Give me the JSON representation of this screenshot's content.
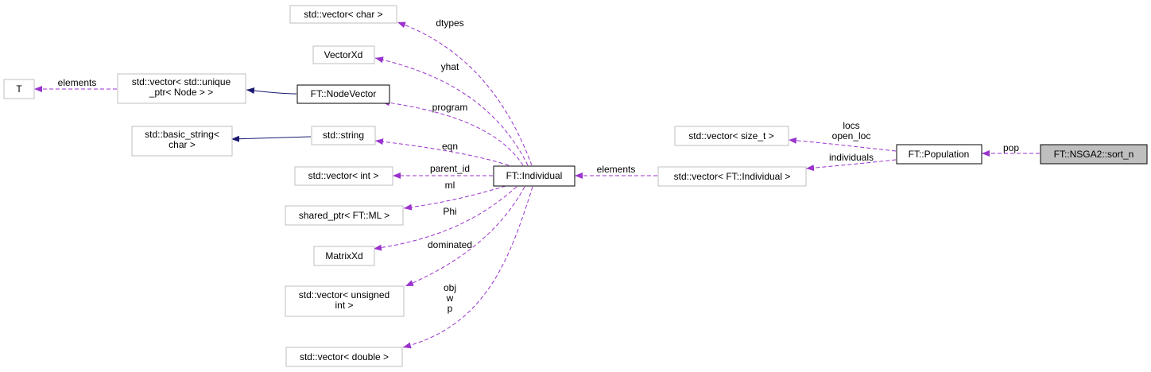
{
  "colors": {
    "usage_edge": "#9a32cd",
    "inherit_edge": "#191970",
    "node_border": "#bfbfbf",
    "linked_border": "#000000",
    "focus_fill": "#bfbfbf"
  },
  "nodes": {
    "vec_char": {
      "lines": [
        "std::vector< char >"
      ]
    },
    "vectorxd": {
      "lines": [
        "VectorXd"
      ]
    },
    "t": {
      "lines": [
        "T"
      ]
    },
    "vec_unique": {
      "lines": [
        "std::vector< std::unique",
        "_ptr< Node > >"
      ]
    },
    "nodevector": {
      "lines": [
        "FT::NodeVector"
      ]
    },
    "basic_string": {
      "lines": [
        "std::basic_string<",
        "char >"
      ]
    },
    "string": {
      "lines": [
        "std::string"
      ]
    },
    "vec_int": {
      "lines": [
        "std::vector< int >"
      ]
    },
    "individual": {
      "lines": [
        "FT::Individual"
      ]
    },
    "shared_ml": {
      "lines": [
        "shared_ptr< FT::ML >"
      ]
    },
    "matrixxd": {
      "lines": [
        "MatrixXd"
      ]
    },
    "vec_uint": {
      "lines": [
        "std::vector< unsigned",
        "int >"
      ]
    },
    "vec_double": {
      "lines": [
        "std::vector< double >"
      ]
    },
    "vec_sizet": {
      "lines": [
        "std::vector< size_t >"
      ]
    },
    "vec_individual": {
      "lines": [
        "std::vector< FT::Individual >"
      ]
    },
    "population": {
      "lines": [
        "FT::Population"
      ]
    },
    "sort_n": {
      "lines": [
        "FT::NSGA2::sort_n"
      ]
    }
  },
  "edge_labels": {
    "dtypes": [
      "dtypes"
    ],
    "yhat": [
      "yhat"
    ],
    "elements_t": [
      "elements"
    ],
    "program": [
      "program"
    ],
    "eqn": [
      "eqn"
    ],
    "parent_id": [
      "parent_id"
    ],
    "ml": [
      "ml"
    ],
    "phi": [
      "Phi"
    ],
    "dominated": [
      "dominated"
    ],
    "owp": [
      "obj",
      "w",
      "p"
    ],
    "elements_ind": [
      "elements"
    ],
    "locs": [
      "locs",
      "open_loc"
    ],
    "individuals": [
      "individuals"
    ],
    "pop": [
      "pop"
    ]
  }
}
